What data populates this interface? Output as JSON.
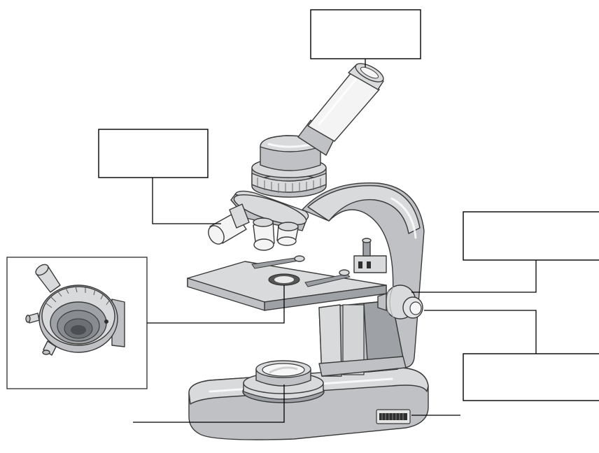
{
  "diagram": {
    "labels": [
      {
        "id": "eyepiece",
        "text": ""
      },
      {
        "id": "objective-lenses",
        "text": ""
      },
      {
        "id": "coarse-focus-knob",
        "text": ""
      },
      {
        "id": "fine-focus-knob",
        "text": ""
      },
      {
        "id": "diaphragm",
        "text": ""
      },
      {
        "id": "light-source",
        "text": ""
      },
      {
        "id": "switch",
        "text": ""
      }
    ],
    "colors": {
      "body": "#bfc1c4",
      "body_light": "#d9dadc",
      "body_dark": "#9ea1a5",
      "outline": "#3a3a3a",
      "leader_line": "#000000"
    }
  }
}
